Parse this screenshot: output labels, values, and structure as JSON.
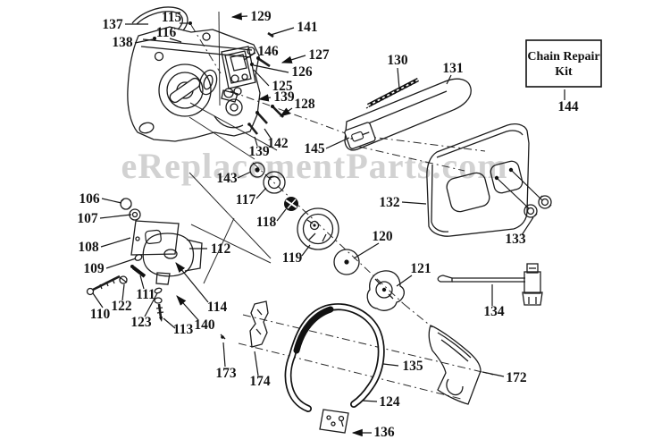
{
  "watermark": "eReplacementParts.com",
  "kit_box": {
    "line1": "Chain Repair",
    "line2": "Kit"
  },
  "labels": {
    "p106": "106",
    "p107": "107",
    "p108": "108",
    "p109": "109",
    "p110": "110",
    "p111": "111",
    "p112": "112",
    "p113": "113",
    "p114": "114",
    "p115": "115",
    "p116": "116",
    "p117": "117",
    "p118": "118",
    "p119": "119",
    "p120": "120",
    "p121": "121",
    "p122": "122",
    "p123": "123",
    "p124": "124",
    "p125": "125",
    "p126": "126",
    "p127": "127",
    "p128": "128",
    "p129": "129",
    "p130": "130",
    "p131": "131",
    "p132": "132",
    "p133": "133",
    "p134": "134",
    "p135": "135",
    "p136": "136",
    "p137": "137",
    "p138": "138",
    "p139a": "139",
    "p139b": "139",
    "p140": "140",
    "p141": "141",
    "p142": "142",
    "p143": "143",
    "p144": "144",
    "p145": "145",
    "p146": "146",
    "p172": "172",
    "p173": "173",
    "p174": "174"
  }
}
